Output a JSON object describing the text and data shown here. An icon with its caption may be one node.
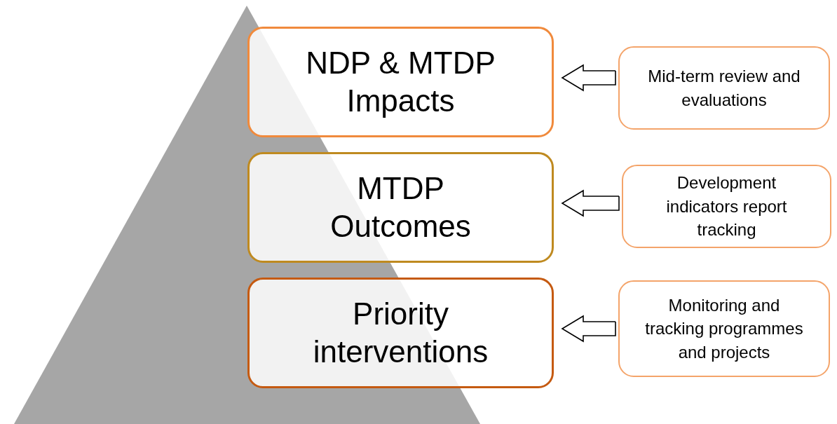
{
  "diagram": {
    "nodes": [
      {
        "text": [
          "NDP & MTDP Impacts"
        ]
      },
      {
        "text": [
          "MTDP Outcomes"
        ]
      },
      {
        "text": [
          "Priority interventions"
        ]
      },
      {
        "text": [
          "Mid-term review and evaluations"
        ]
      },
      {
        "text": [
          "Development indicators report tracking"
        ]
      },
      {
        "text": [
          "Monitoring and tracking programmes and projects"
        ]
      }
    ],
    "edges": [
      {
        "from": 3,
        "to": 0,
        "arrow": "to"
      },
      {
        "from": 4,
        "to": 1,
        "arrow": "to"
      },
      {
        "from": 5,
        "to": 2,
        "arrow": "to"
      }
    ]
  }
}
